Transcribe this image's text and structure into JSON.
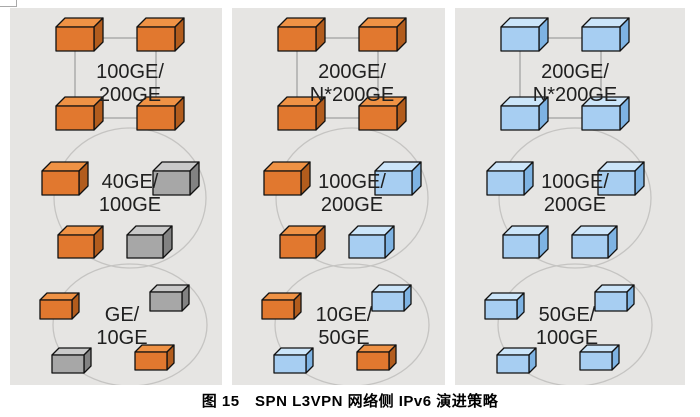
{
  "figure": {
    "caption": "图 15　SPN L3VPN 网络侧 IPv6 演进策略"
  },
  "colors": {
    "panel_bg": "#e6e5e3",
    "ring_stroke": "#c5c4c2",
    "square_link_stroke": "#8f8f8f",
    "box_outline": "#111111",
    "label_color": "#202020",
    "box_styles": {
      "orange": {
        "front": "#e1782f",
        "top": "#ef9245",
        "side": "#b25c1d"
      },
      "gray": {
        "front": "#a7a7a7",
        "top": "#c9c9c9",
        "side": "#828282"
      },
      "blue": {
        "front": "#a7cef2",
        "top": "#cce5f9",
        "side": "#7eb3e3"
      }
    }
  },
  "panels": [
    {
      "id": "current-network",
      "labels": {
        "core_ring": [
          "100GE/",
          "200GE"
        ],
        "aggregation_ring": [
          "40GE/",
          "100GE"
        ],
        "access_ring": [
          "GE/",
          "10GE"
        ]
      },
      "boxes": [
        {
          "slot": "core-ring-top-left",
          "color": "orange"
        },
        {
          "slot": "core-ring-top-right",
          "color": "orange"
        },
        {
          "slot": "core-ring-mid-left",
          "color": "orange"
        },
        {
          "slot": "core-ring-mid-right",
          "color": "orange"
        },
        {
          "slot": "agg-ring-left",
          "color": "orange"
        },
        {
          "slot": "agg-ring-right",
          "color": "gray"
        },
        {
          "slot": "agg-ring-bottom-left",
          "color": "orange"
        },
        {
          "slot": "agg-ring-bottom-right",
          "color": "gray"
        },
        {
          "slot": "access-ring-left",
          "color": "orange"
        },
        {
          "slot": "access-ring-right",
          "color": "gray"
        },
        {
          "slot": "access-ring-bottom-left",
          "color": "gray"
        },
        {
          "slot": "access-ring-bottom-right",
          "color": "orange"
        }
      ]
    },
    {
      "id": "mid-term-evolution",
      "labels": {
        "core_ring": [
          "200GE/",
          "N*200GE"
        ],
        "aggregation_ring": [
          "100GE/",
          "200GE"
        ],
        "access_ring": [
          "10GE/",
          "50GE"
        ]
      },
      "boxes": [
        {
          "slot": "core-ring-top-left",
          "color": "orange"
        },
        {
          "slot": "core-ring-top-right",
          "color": "orange"
        },
        {
          "slot": "core-ring-mid-left",
          "color": "orange"
        },
        {
          "slot": "core-ring-mid-right",
          "color": "orange"
        },
        {
          "slot": "agg-ring-left",
          "color": "orange"
        },
        {
          "slot": "agg-ring-right",
          "color": "blue"
        },
        {
          "slot": "agg-ring-bottom-left",
          "color": "orange"
        },
        {
          "slot": "agg-ring-bottom-right",
          "color": "blue"
        },
        {
          "slot": "access-ring-left",
          "color": "orange"
        },
        {
          "slot": "access-ring-right",
          "color": "blue"
        },
        {
          "slot": "access-ring-bottom-left",
          "color": "blue"
        },
        {
          "slot": "access-ring-bottom-right",
          "color": "orange"
        }
      ]
    },
    {
      "id": "target-network",
      "labels": {
        "core_ring": [
          "200GE/",
          "N*200GE"
        ],
        "aggregation_ring": [
          "100GE/",
          "200GE"
        ],
        "access_ring": [
          "50GE/",
          "100GE"
        ]
      },
      "boxes": [
        {
          "slot": "core-ring-top-left",
          "color": "blue"
        },
        {
          "slot": "core-ring-top-right",
          "color": "blue"
        },
        {
          "slot": "core-ring-mid-left",
          "color": "blue"
        },
        {
          "slot": "core-ring-mid-right",
          "color": "blue"
        },
        {
          "slot": "agg-ring-left",
          "color": "blue"
        },
        {
          "slot": "agg-ring-right",
          "color": "blue"
        },
        {
          "slot": "agg-ring-bottom-left",
          "color": "blue"
        },
        {
          "slot": "agg-ring-bottom-right",
          "color": "blue"
        },
        {
          "slot": "access-ring-left",
          "color": "blue"
        },
        {
          "slot": "access-ring-right",
          "color": "blue"
        },
        {
          "slot": "access-ring-bottom-left",
          "color": "blue"
        },
        {
          "slot": "access-ring-bottom-right",
          "color": "blue"
        }
      ]
    }
  ]
}
